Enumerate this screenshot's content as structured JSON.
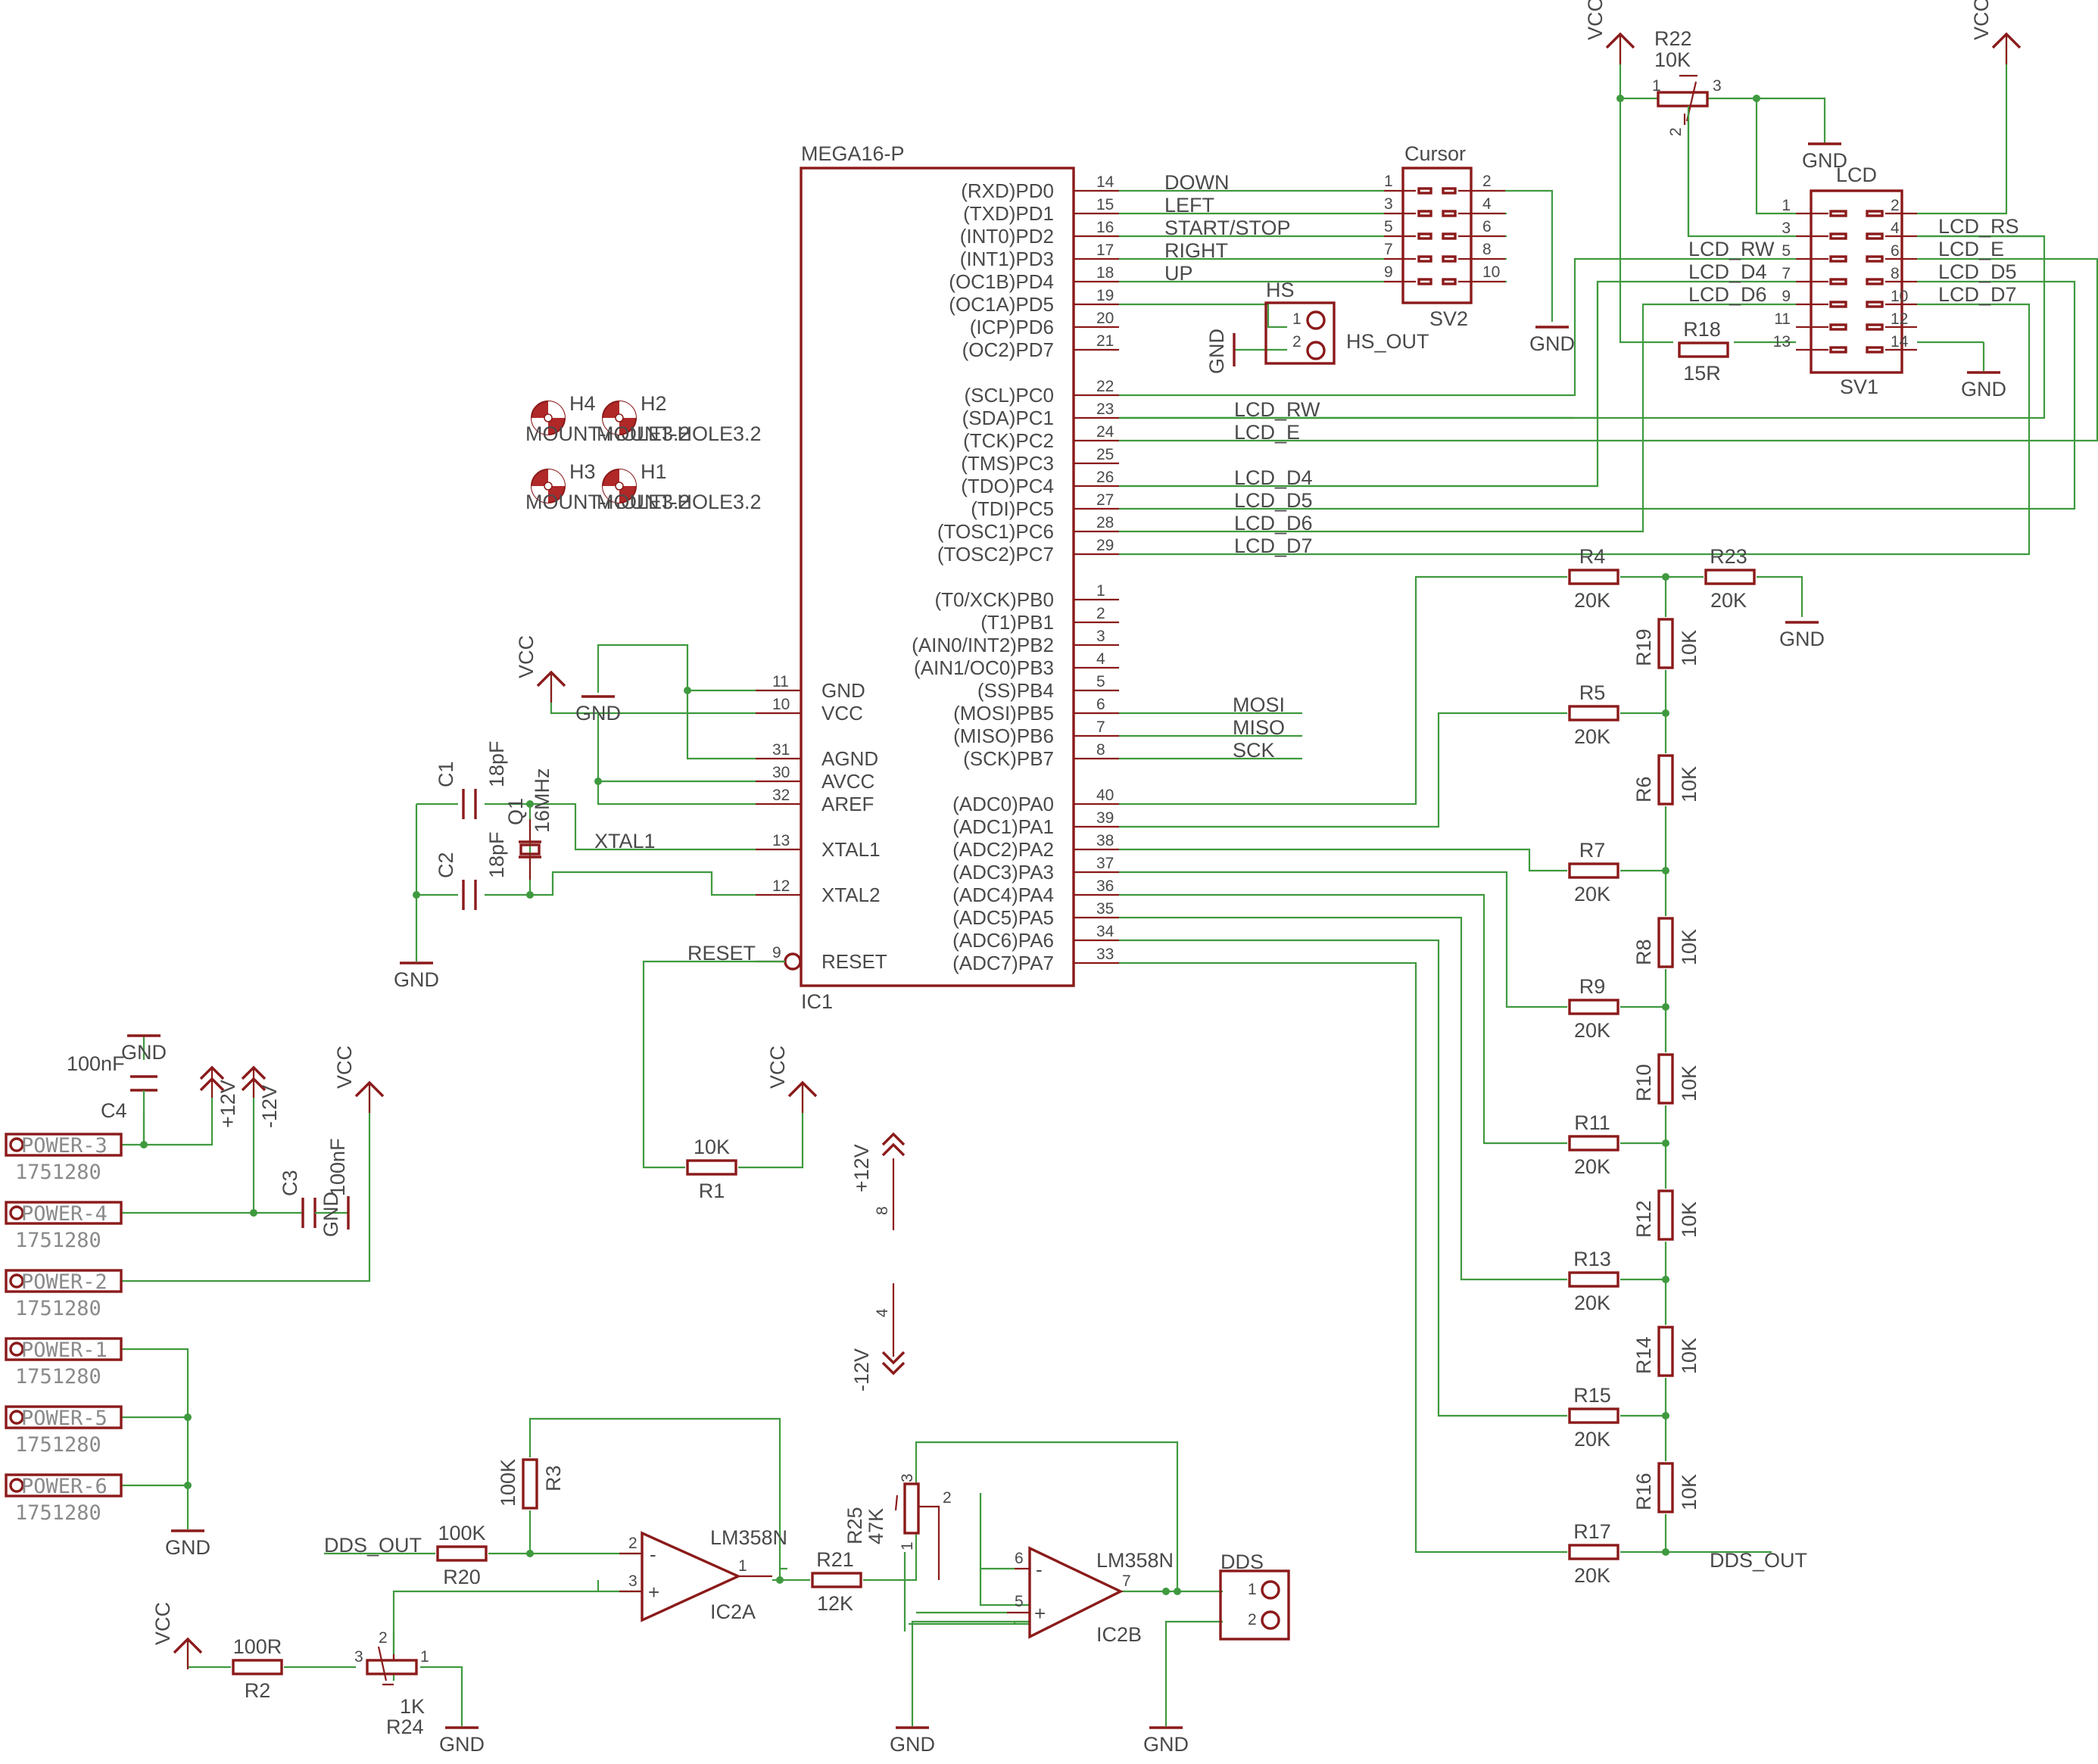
{
  "ic1": {
    "part": "MEGA16-P",
    "ref": "IC1",
    "right_pins": [
      {
        "name": "(RXD)PD0",
        "num": "14"
      },
      {
        "name": "(TXD)PD1",
        "num": "15"
      },
      {
        "name": "(INT0)PD2",
        "num": "16"
      },
      {
        "name": "(INT1)PD3",
        "num": "17"
      },
      {
        "name": "(OC1B)PD4",
        "num": "18"
      },
      {
        "name": "(OC1A)PD5",
        "num": "19"
      },
      {
        "name": "(ICP)PD6",
        "num": "20"
      },
      {
        "name": "(OC2)PD7",
        "num": "21"
      },
      {
        "name": "(SCL)PC0",
        "num": "22"
      },
      {
        "name": "(SDA)PC1",
        "num": "23"
      },
      {
        "name": "(TCK)PC2",
        "num": "24"
      },
      {
        "name": "(TMS)PC3",
        "num": "25"
      },
      {
        "name": "(TDO)PC4",
        "num": "26"
      },
      {
        "name": "(TDI)PC5",
        "num": "27"
      },
      {
        "name": "(TOSC1)PC6",
        "num": "28"
      },
      {
        "name": "(TOSC2)PC7",
        "num": "29"
      },
      {
        "name": "(T0/XCK)PB0",
        "num": "1"
      },
      {
        "name": "(T1)PB1",
        "num": "2"
      },
      {
        "name": "(AIN0/INT2)PB2",
        "num": "3"
      },
      {
        "name": "(AIN1/OC0)PB3",
        "num": "4"
      },
      {
        "name": "(SS)PB4",
        "num": "5"
      },
      {
        "name": "(MOSI)PB5",
        "num": "6"
      },
      {
        "name": "(MISO)PB6",
        "num": "7"
      },
      {
        "name": "(SCK)PB7",
        "num": "8"
      },
      {
        "name": "(ADC0)PA0",
        "num": "40"
      },
      {
        "name": "(ADC1)PA1",
        "num": "39"
      },
      {
        "name": "(ADC2)PA2",
        "num": "38"
      },
      {
        "name": "(ADC3)PA3",
        "num": "37"
      },
      {
        "name": "(ADC4)PA4",
        "num": "36"
      },
      {
        "name": "(ADC5)PA5",
        "num": "35"
      },
      {
        "name": "(ADC6)PA6",
        "num": "34"
      },
      {
        "name": "(ADC7)PA7",
        "num": "33"
      }
    ],
    "left_pins": [
      {
        "name": "GND",
        "num": "11"
      },
      {
        "name": "VCC",
        "num": "10"
      },
      {
        "name": "AGND",
        "num": "31"
      },
      {
        "name": "AVCC",
        "num": "30"
      },
      {
        "name": "AREF",
        "num": "32"
      },
      {
        "name": "XTAL1",
        "num": "13"
      },
      {
        "name": "XTAL2",
        "num": "12"
      },
      {
        "name": "RESET",
        "num": "9"
      }
    ]
  },
  "nets": {
    "down": "DOWN",
    "left": "LEFT",
    "startstop": "START/STOP",
    "right": "RIGHT",
    "up": "UP",
    "lcd_rw": "LCD_RW",
    "lcd_e": "LCD_E",
    "lcd_d4": "LCD_D4",
    "lcd_d5": "LCD_D5",
    "lcd_d6": "LCD_D6",
    "lcd_d7": "LCD_D7",
    "lcd_rs": "LCD_RS",
    "mosi": "MOSI",
    "miso": "MISO",
    "sck": "SCK",
    "xtal1": "XTAL1",
    "reset": "RESET",
    "hs_out": "HS_OUT",
    "dds_out": "DDS_OUT"
  },
  "supplies": {
    "vcc": "VCC",
    "gnd": "GND",
    "p12": "+12V",
    "m12": "-12V"
  },
  "sv2": {
    "name": "Cursor",
    "ref": "SV2",
    "pins": [
      "1",
      "2",
      "3",
      "4",
      "5",
      "6",
      "7",
      "8",
      "9",
      "10"
    ]
  },
  "sv1": {
    "name": "LCD",
    "ref": "SV1",
    "pins": [
      "1",
      "2",
      "3",
      "4",
      "5",
      "6",
      "7",
      "8",
      "9",
      "10",
      "11",
      "12",
      "13",
      "14"
    ]
  },
  "hs": {
    "name": "HS",
    "pins": [
      "1",
      "2"
    ]
  },
  "dds": {
    "name": "DDS",
    "pins": [
      "1",
      "2"
    ]
  },
  "resistors": {
    "r22": {
      "ref": "R22",
      "val": "10K"
    },
    "r18": {
      "ref": "R18",
      "val": "15R"
    },
    "r4": {
      "ref": "R4",
      "val": "20K"
    },
    "r23": {
      "ref": "R23",
      "val": "20K"
    },
    "r5": {
      "ref": "R5",
      "val": "20K"
    },
    "r7": {
      "ref": "R7",
      "val": "20K"
    },
    "r9": {
      "ref": "R9",
      "val": "20K"
    },
    "r11": {
      "ref": "R11",
      "val": "20K"
    },
    "r13": {
      "ref": "R13",
      "val": "20K"
    },
    "r15": {
      "ref": "R15",
      "val": "20K"
    },
    "r17": {
      "ref": "R17",
      "val": "20K"
    },
    "r19": {
      "ref": "R19",
      "val": "10K"
    },
    "r6": {
      "ref": "R6",
      "val": "10K"
    },
    "r8": {
      "ref": "R8",
      "val": "10K"
    },
    "r10": {
      "ref": "R10",
      "val": "10K"
    },
    "r12": {
      "ref": "R12",
      "val": "10K"
    },
    "r14": {
      "ref": "R14",
      "val": "10K"
    },
    "r16": {
      "ref": "R16",
      "val": "10K"
    },
    "r1": {
      "ref": "R1",
      "val": "10K"
    },
    "r3": {
      "ref": "R3",
      "val": "100K"
    },
    "r20": {
      "ref": "R20",
      "val": "100K"
    },
    "r21": {
      "ref": "R21",
      "val": "12K"
    },
    "r2": {
      "ref": "R2",
      "val": "100R"
    },
    "r24": {
      "ref": "R24",
      "val": "1K"
    },
    "r25": {
      "ref": "R25",
      "val": "47K"
    }
  },
  "caps": {
    "c1": {
      "ref": "C1",
      "val": "18pF"
    },
    "c2": {
      "ref": "C2",
      "val": "18pF"
    },
    "c3": {
      "ref": "C3",
      "val": "100nF"
    },
    "c4": {
      "ref": "C4",
      "val": "100nF"
    }
  },
  "crystal": {
    "ref": "Q1",
    "val": "16MHz"
  },
  "opamps": {
    "ic2a": {
      "ref": "IC2A",
      "part": "LM358N"
    },
    "ic2b": {
      "ref": "IC2B",
      "part": "LM358N"
    }
  },
  "holes": [
    {
      "ref": "H4",
      "lbl": "MOUNT-HOLE3.2"
    },
    {
      "ref": "H2",
      "lbl": "MOUNT-HOLE3.2"
    },
    {
      "ref": "H3",
      "lbl": "MOUNT-HOLE3.2"
    },
    {
      "ref": "H1",
      "lbl": "MOUNT-HOLE3.2"
    }
  ],
  "power_connectors": [
    {
      "name": "POWER-3",
      "part": "1751280"
    },
    {
      "name": "POWER-4",
      "part": "1751280"
    },
    {
      "name": "POWER-2",
      "part": "1751280"
    },
    {
      "name": "POWER-1",
      "part": "1751280"
    },
    {
      "name": "POWER-5",
      "part": "1751280"
    },
    {
      "name": "POWER-6",
      "part": "1751280"
    }
  ],
  "power_pins": {
    "p8": "8",
    "p4": "4"
  },
  "pot_pins": [
    "1",
    "2",
    "3"
  ],
  "opamp_pins": {
    "a_minus": "2",
    "a_plus": "3",
    "a_out": "1",
    "b_minus": "6",
    "b_plus": "5",
    "b_out": "7"
  }
}
